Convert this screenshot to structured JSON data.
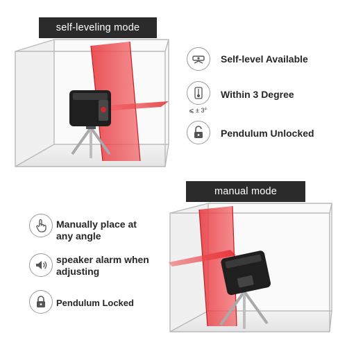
{
  "sections": {
    "top": {
      "title": "self-leveling mode",
      "features": [
        {
          "icon": "level-icon",
          "text": "Self-level Available"
        },
        {
          "icon": "pendulum-icon",
          "text": "Within 3 Degree",
          "note": "⩽ ± 3°"
        },
        {
          "icon": "unlocked-padlock-icon",
          "text": "Pendulum Unlocked"
        }
      ]
    },
    "bottom": {
      "title": "manual mode",
      "features": [
        {
          "icon": "hand-pointer-icon",
          "text_line1": "Manually place at",
          "text_line2": "any angle"
        },
        {
          "icon": "speaker-icon",
          "text_line1": "speaker alarm when",
          "text_line2": "adjusting"
        },
        {
          "icon": "locked-padlock-icon",
          "text": "Pendulum Locked"
        }
      ]
    }
  },
  "colors": {
    "banner": "#2b2b2b",
    "laser": "#d9262a",
    "cube_edge": "#b9b9b9",
    "device_body": "#1f1f1f"
  }
}
